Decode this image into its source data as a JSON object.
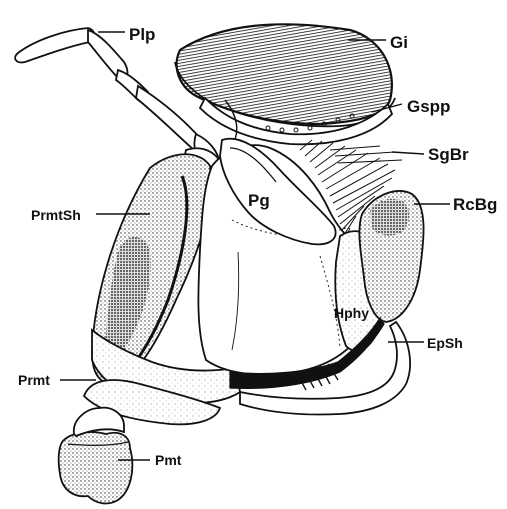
{
  "labels": {
    "plp": "Plp",
    "gi": "Gi",
    "gspp": "Gspp",
    "sgbr": "SgBr",
    "prmtsh": "PrmtSh",
    "pg": "Pg",
    "rcbg": "RcBg",
    "hphy": "Hphy",
    "epsh": "EpSh",
    "prmt": "Prmt",
    "pmt": "Pmt"
  },
  "colors": {
    "ink": "#111111",
    "paper": "#ffffff",
    "stipple": "#444444"
  }
}
